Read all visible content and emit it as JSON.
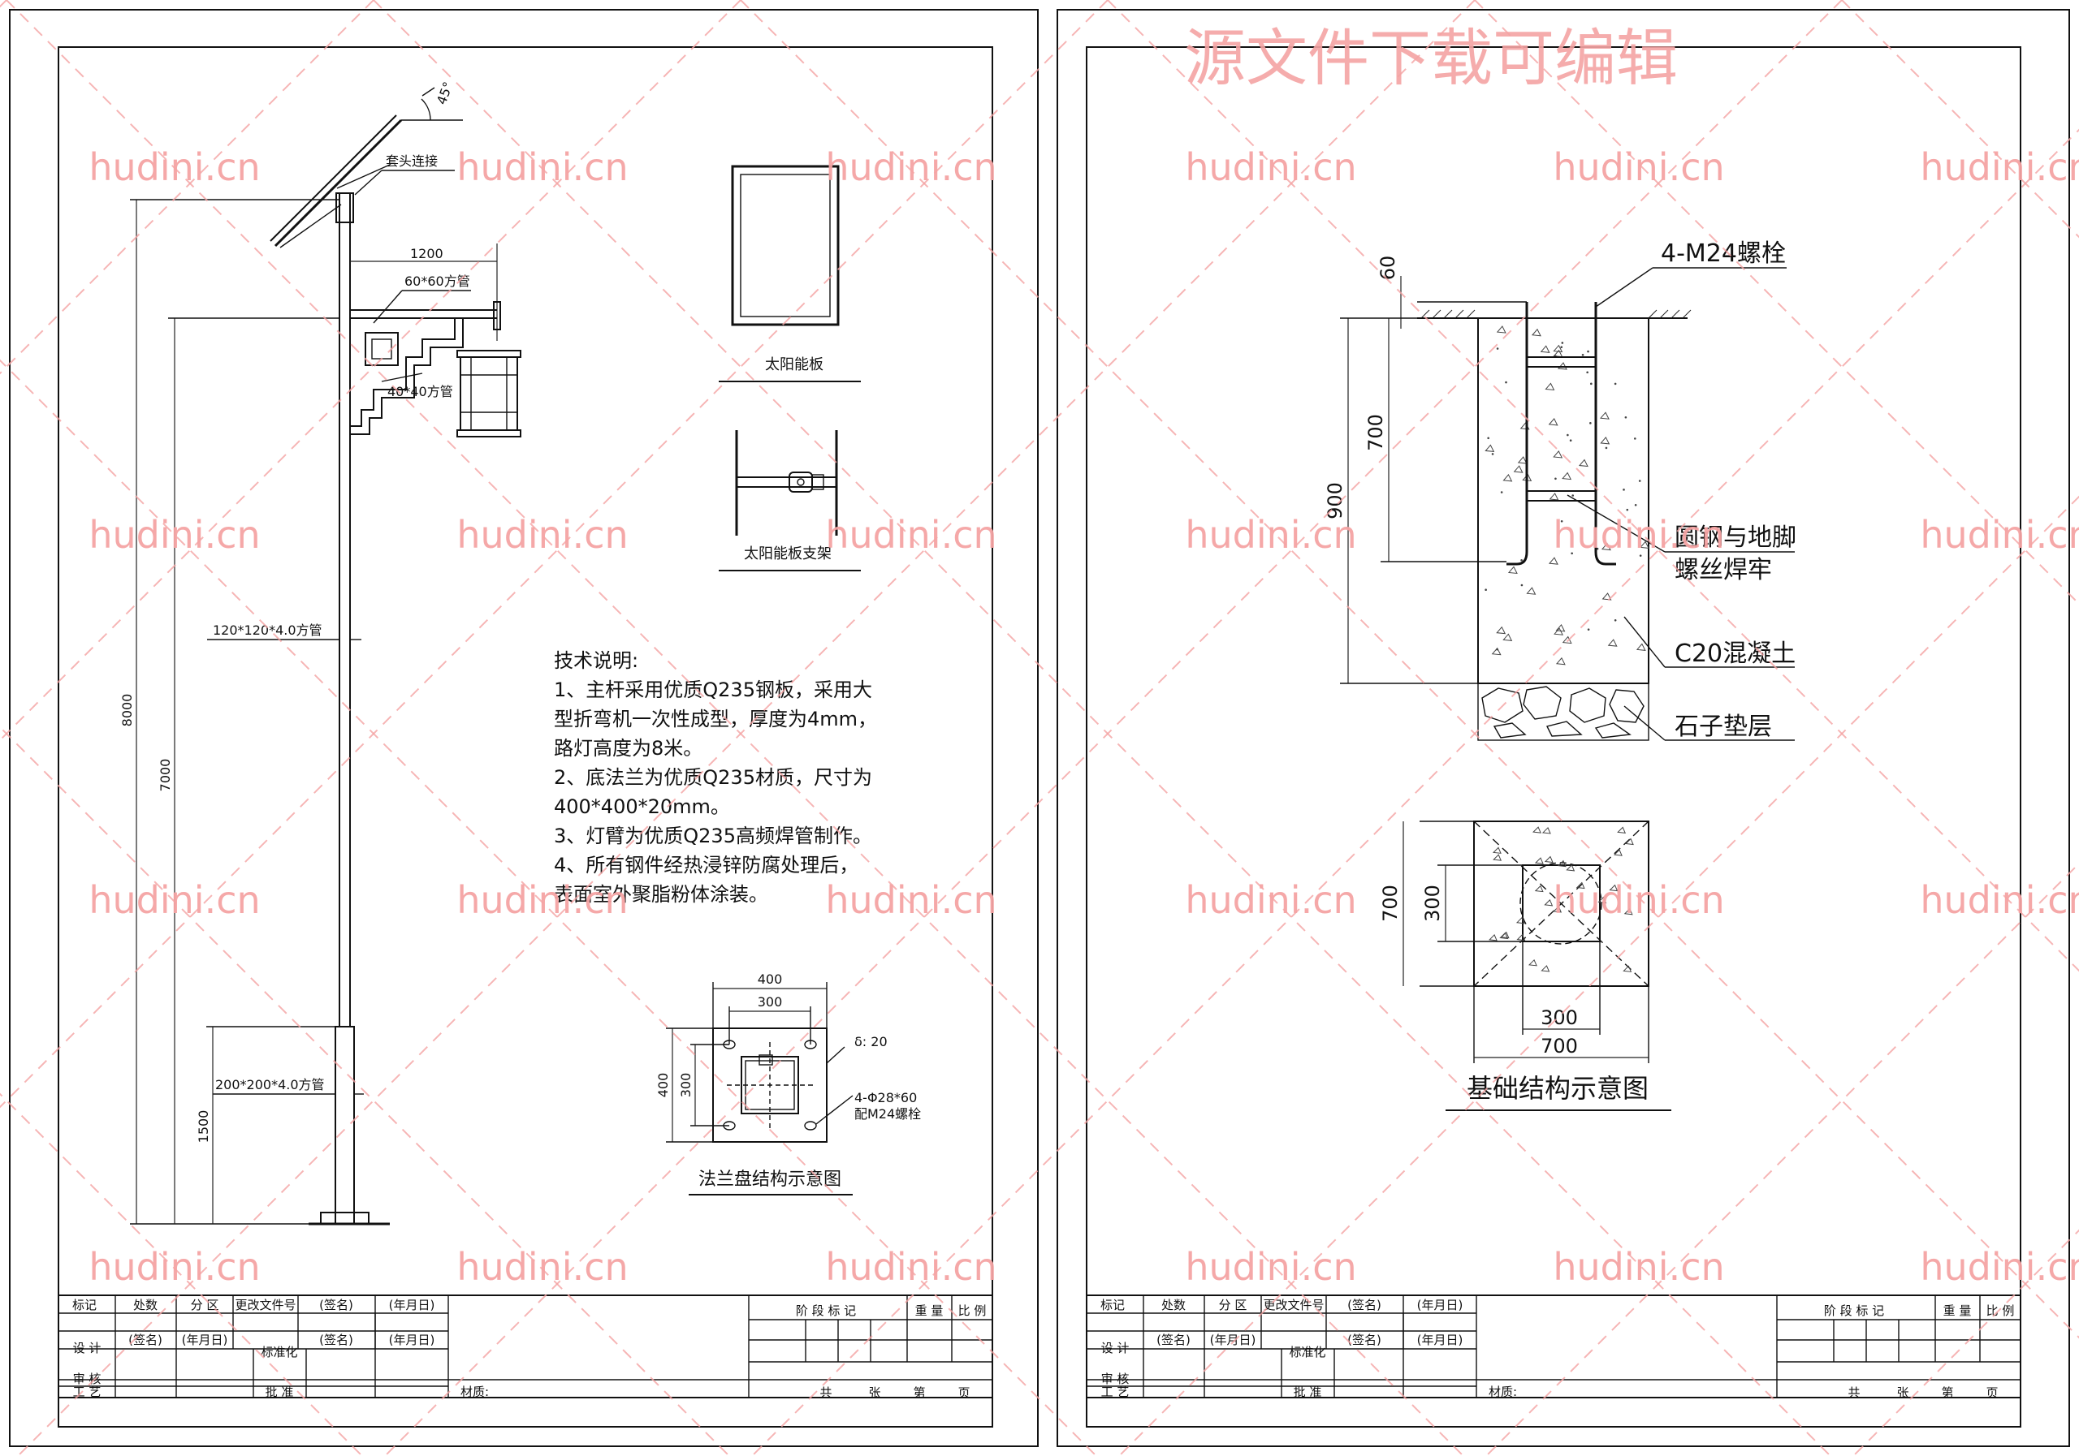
{
  "watermark": {
    "top_text": "源文件下载可编辑",
    "site_text": "hudini.cn",
    "color": "#f4a3a3"
  },
  "left_sheet": {
    "pole": {
      "angle": "45°",
      "sleeve_label": "套头连接",
      "arm_length": "1200",
      "upper_tube": "60*60方管",
      "lower_tube": "40*40方管",
      "main_tube": "120*120*4.0方管",
      "base_tube": "200*200*4.0方管",
      "dim_total": "8000",
      "dim_lamp": "7000",
      "dim_base": "1500"
    },
    "solar_panel_label": "太阳能板",
    "panel_bracket_label": "太阳能板支架",
    "tech_notes": {
      "heading": "技术说明:",
      "lines": [
        "1、主杆采用优质Q235钢板，采用大",
        "型折弯机一次性成型，厚度为4mm，",
        "路灯高度为8米。",
        "2、底法兰为优质Q235材质，尺寸为",
        "400*400*20mm。",
        "3、灯臂为优质Q235高频焊管制作。",
        "4、所有钢件经热浸锌防腐处理后，",
        "表面室外聚脂粉体涂装。"
      ]
    },
    "flange": {
      "dim_outer_w": "400",
      "dim_inner_w": "300",
      "dim_outer_h": "400",
      "dim_inner_h": "300",
      "thickness": "δ: 20",
      "holes": "4-Φ28*60",
      "bolt_note": "配M24螺栓",
      "title": "法兰盘结构示意图"
    }
  },
  "right_sheet": {
    "foundation": {
      "bolt_label": "4-M24螺栓",
      "dim_top": "60",
      "dim_inner": "700",
      "dim_total": "900",
      "weld_label_1": "圆钢与地脚",
      "weld_label_2": "螺丝焊牢",
      "concrete_label": "C20混凝土",
      "gravel_label": "石子垫层",
      "plan_dim_outer_v": "700",
      "plan_dim_inner_v": "300",
      "plan_dim_inner_h": "300",
      "plan_dim_outer_h": "700",
      "title": "基础结构示意图"
    }
  },
  "title_block": {
    "mark": "标记",
    "count": "处数",
    "zone": "分 区",
    "doc_no": "更改文件号",
    "sign": "(签名)",
    "date": "(年月日)",
    "design": "设 计",
    "standard": "标准化",
    "review": "审 核",
    "craft": "工 艺",
    "approve": "批 准",
    "material": "材质:",
    "stage_mark": "阶 段 标 记",
    "weight": "重 量",
    "scale": "比 例",
    "total": "共",
    "sheet": "张",
    "page_no": "第",
    "page": "页"
  }
}
